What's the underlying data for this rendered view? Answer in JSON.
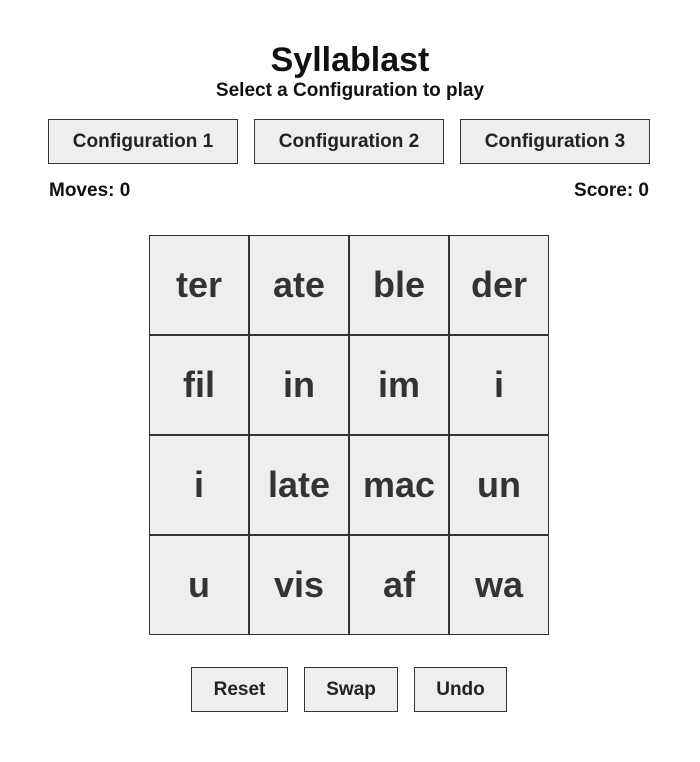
{
  "game": {
    "title": "Syllablast",
    "subtitle": "Select a Configuration to play"
  },
  "configurations": [
    {
      "label": "Configuration 1"
    },
    {
      "label": "Configuration 2"
    },
    {
      "label": "Configuration 3"
    }
  ],
  "stats": {
    "moves_label": "Moves: 0",
    "score_label": "Score: 0",
    "moves": 0,
    "score": 0
  },
  "board": {
    "rows": 4,
    "cols": 4,
    "tiles": [
      [
        "ter",
        "ate",
        "ble",
        "der"
      ],
      [
        "fil",
        "in",
        "im",
        "i"
      ],
      [
        "i",
        "late",
        "mac",
        "un"
      ],
      [
        "u",
        "vis",
        "af",
        "wa"
      ]
    ]
  },
  "actions": {
    "reset_label": "Reset",
    "swap_label": "Swap",
    "undo_label": "Undo"
  },
  "colors": {
    "tile_background": "#eeeeee",
    "tile_border": "#333333",
    "tile_text": "#333333",
    "button_background": "#eeeeee"
  }
}
